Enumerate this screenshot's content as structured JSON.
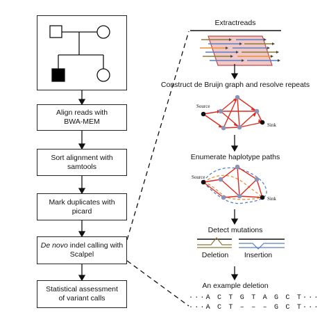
{
  "pipeline": {
    "steps": [
      {
        "lines": [
          "Align reads with",
          "BWA-MEM"
        ]
      },
      {
        "lines": [
          "Sort alignment with",
          "samtools"
        ]
      },
      {
        "lines": [
          "Mark duplicates with",
          "picard"
        ]
      },
      {
        "italic": "De novo",
        "lines": [
          " indel calling with",
          "Scalpel"
        ]
      },
      {
        "lines": [
          "Statistical assessment",
          "of variant calls"
        ]
      }
    ]
  },
  "scalpel": {
    "extract_reads": "Extractreads",
    "construct_graph": "Construct de Bruijn graph and resolve repeats",
    "enumerate_paths": "Enumerate haplotype paths",
    "detect_mutations": "Detect mutations",
    "deletion": "Deletion",
    "insertion": "Insertion",
    "example_deletion": "An example deletion",
    "source": "Source",
    "sink": "Sink",
    "ref_sequence": "···A C T G T A G C T···",
    "alt_sequence": "···A C T – – – G C T···"
  },
  "colors": {
    "edge_red": "#e0291f",
    "node_grey": "#8a93b8",
    "path_orange": "#e8903a",
    "path_blue": "#5a7fc0",
    "reads_box": "#f0c8c8"
  }
}
